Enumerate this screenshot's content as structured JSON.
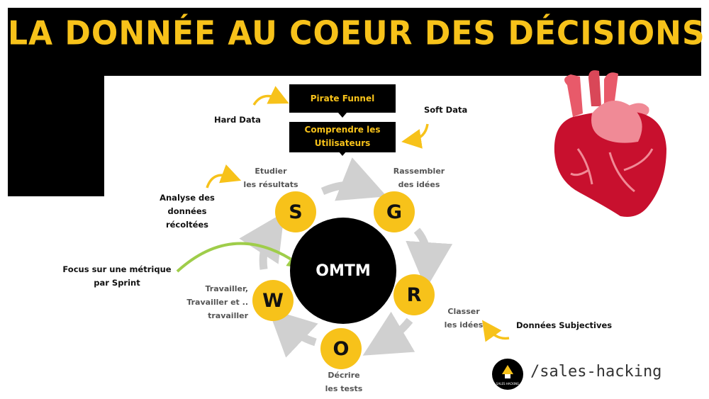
{
  "title": "LA DONNÉE AU COEUR DES DÉCISIONS",
  "top_boxes": {
    "pirate_funnel": "Pirate Funnel",
    "comprendre_line1": "Comprendre les",
    "comprendre_line2": "Utilisateurs"
  },
  "side_labels": {
    "hard_data": "Hard Data",
    "soft_data": "Soft Data",
    "analyse_line1": "Analyse des données",
    "analyse_line2": "récoltées",
    "focus_line1": "Focus sur une métrique",
    "focus_line2": "par Sprint",
    "donnees_subjectives": "Données Subjectives"
  },
  "cycle": {
    "center": "OMTM",
    "letters": {
      "s": "S",
      "g": "G",
      "r": "R",
      "o": "O",
      "w": "W"
    },
    "captions": {
      "s_line1": "Etudier",
      "s_line2": "les résultats",
      "g_line1": "Rassembler",
      "g_line2": "des idées",
      "r_line1": "Classer",
      "r_line2": "les idées",
      "o_line1": "Décrire",
      "o_line2": "les tests",
      "w_line1": "Travailler,",
      "w_line2": "Travailler et ..",
      "w_line3": "travailler"
    }
  },
  "brand": {
    "name": "/sales-hacking",
    "logo_text": "SALES HACKING"
  },
  "colors": {
    "accent": "#f7c21a",
    "black": "#000000",
    "arrow_grey": "#d0d0d0",
    "arrow_green": "#9fcd4a",
    "heart_red": "#c8102e"
  },
  "icons": [
    "heart-illustration",
    "curved-arrow-icon",
    "rocket-logo"
  ]
}
